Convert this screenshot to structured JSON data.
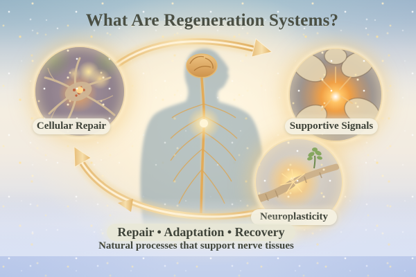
{
  "title": "What Are Regeneration Systems?",
  "nodes": [
    {
      "label": "Cellular Repair",
      "icon": "neuron-cell-image"
    },
    {
      "label": "Supportive Signals",
      "icon": "synapse-glow-image"
    },
    {
      "label": "Neuroplasticity",
      "icon": "nerve-regrowth-sprout-image"
    }
  ],
  "center_figure": {
    "icon": "human-nervous-system-figure"
  },
  "cycle": {
    "icon": "circular-golden-arrows"
  },
  "footer": {
    "keywords": "Repair • Adaptation • Recovery",
    "caption": "Natural processes that support nerve tissues"
  },
  "colors": {
    "accent_gold": "#e9c27c",
    "glow_highlight": "#fbeecd",
    "title_text": "#4a4f43",
    "label_text": "#3c4137",
    "label_pill_bg": "#f4f0e2",
    "keywords_pill_bg": "#e9e8d5",
    "background_top": "#a6c1ce",
    "background_bottom": "#c2d0ec",
    "center_glow": "#f8eed9"
  }
}
